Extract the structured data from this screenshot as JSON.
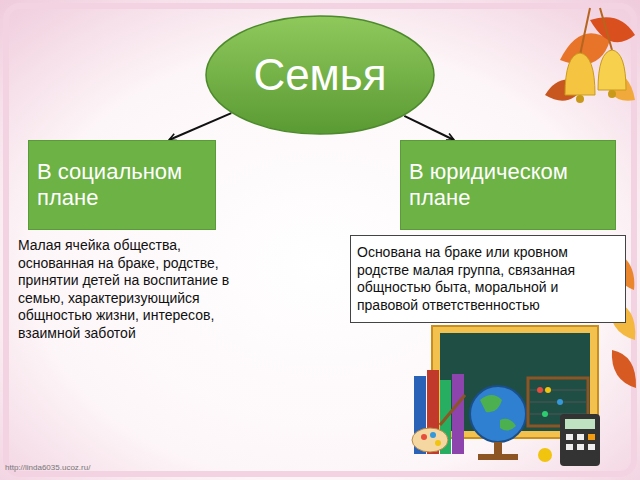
{
  "diagram": {
    "nodes": [
      {
        "text": [
          "Семья"
        ]
      },
      {
        "text": [
          "В социальном плане"
        ]
      },
      {
        "text": [
          "В юридическом плане"
        ]
      },
      {
        "text": [
          "Основана на браке или кровном родстве малая группа, связанная общностью быта, моральной и правовой ответственностью"
        ]
      }
    ],
    "edges": [
      {
        "from": 0,
        "to": 1,
        "arrow": "to"
      },
      {
        "from": 0,
        "to": 2,
        "arrow": "to"
      }
    ],
    "labels": [
      "Малая ячейка общества, основанная на браке, родстве, принятии детей на воспитание в семью, характеризующийся общностью жизни, интересов, взаимной заботой",
      "http://linda6035.ucoz.ru/"
    ]
  }
}
